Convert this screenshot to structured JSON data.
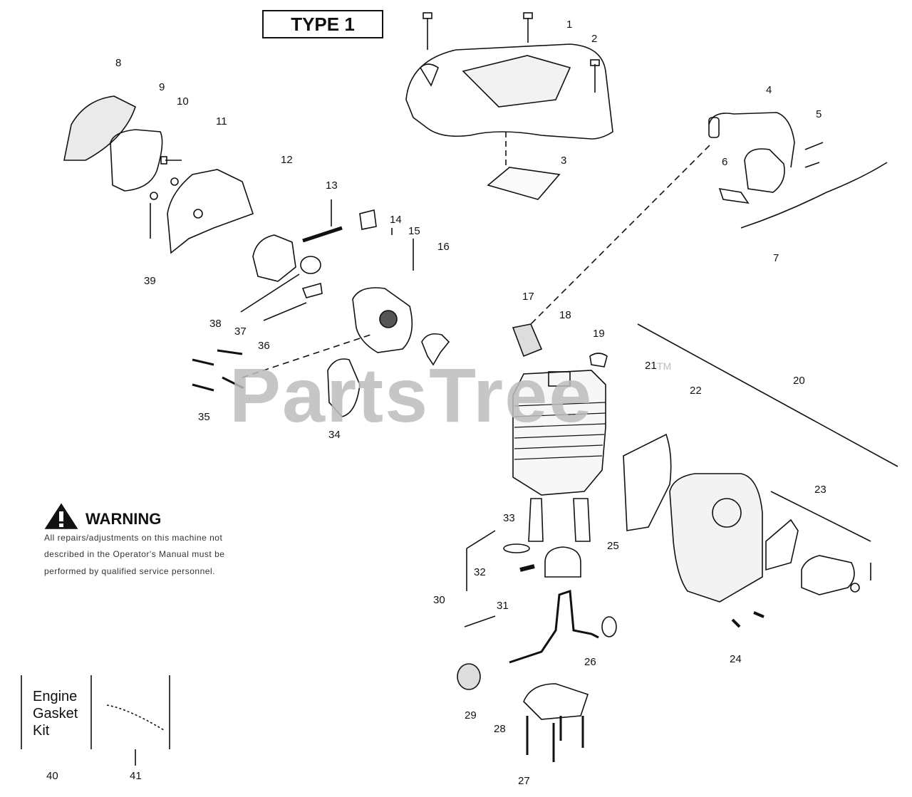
{
  "header": {
    "type_label": "TYPE 1"
  },
  "watermark": {
    "text": "PartsTree",
    "tm": "TM"
  },
  "warning": {
    "title": "WARNING",
    "lines": [
      "All repairs/adjustments on this machine not",
      "described in the Operator's Manual must be",
      "performed by qualified service personnel."
    ]
  },
  "kit": {
    "lines": [
      "Engine",
      "Gasket",
      "Kit"
    ]
  },
  "callouts": [
    "1",
    "2",
    "3",
    "4",
    "5",
    "6",
    "7",
    "8",
    "9",
    "10",
    "11",
    "12",
    "13",
    "14",
    "15",
    "16",
    "17",
    "18",
    "19",
    "20",
    "21",
    "22",
    "23",
    "24",
    "25",
    "26",
    "27",
    "28",
    "29",
    "30",
    "31",
    "32",
    "33",
    "34",
    "35",
    "36",
    "37",
    "38",
    "39",
    "40",
    "41"
  ]
}
